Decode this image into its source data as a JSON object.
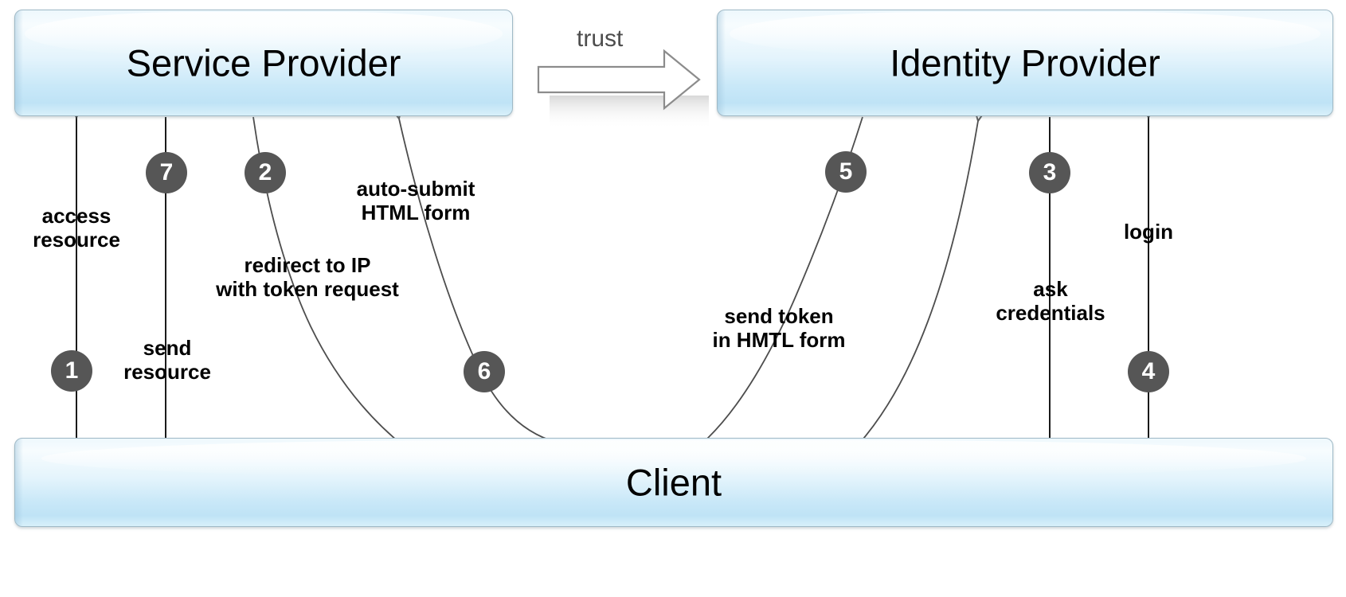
{
  "diagram": {
    "title_nodes": {
      "service_provider": "Service Provider",
      "identity_provider": "Identity Provider",
      "client": "Client"
    },
    "trust": {
      "label": "trust",
      "arrow": "block-arrow-right"
    },
    "steps": [
      {
        "number": "1",
        "label": "access\nresource",
        "from": "Client",
        "to": "Service Provider"
      },
      {
        "number": "2",
        "label": "redirect to IP\nwith token request",
        "from": "Service Provider",
        "to": "Client"
      },
      {
        "number": "3",
        "label": "ask\ncredentials",
        "from": "Identity Provider",
        "to": "Client"
      },
      {
        "number": "4",
        "label": "login",
        "from": "Client",
        "to": "Identity Provider"
      },
      {
        "number": "5",
        "label": "send token\nin HMTL form",
        "from": "Identity Provider",
        "to": "Client"
      },
      {
        "number": "6",
        "label": "auto-submit\nHTML form",
        "from": "Client",
        "to": "Service Provider"
      },
      {
        "number": "7",
        "label": "send\nresource",
        "from": "Service Provider",
        "to": "Client"
      }
    ],
    "edge_labels": {
      "access_resource": "access\nresource",
      "send_resource": "send\nresource",
      "redirect_to_ip": "redirect to IP\nwith token request",
      "auto_submit_html_form": "auto-submit\nHTML form",
      "send_token_in_hmtl_form": "send token\nin HMTL form",
      "ask_credentials": "ask\ncredentials",
      "login": "login"
    },
    "colors": {
      "box_fill_light": "#f7fcfe",
      "box_fill_dark": "#bfe3f6",
      "box_border": "#9fb9c6",
      "badge_fill": "#565656",
      "badge_text": "#ffffff",
      "line": "#4d4d4d",
      "trust_text": "#4d4d4d",
      "background": "#ffffff"
    }
  }
}
